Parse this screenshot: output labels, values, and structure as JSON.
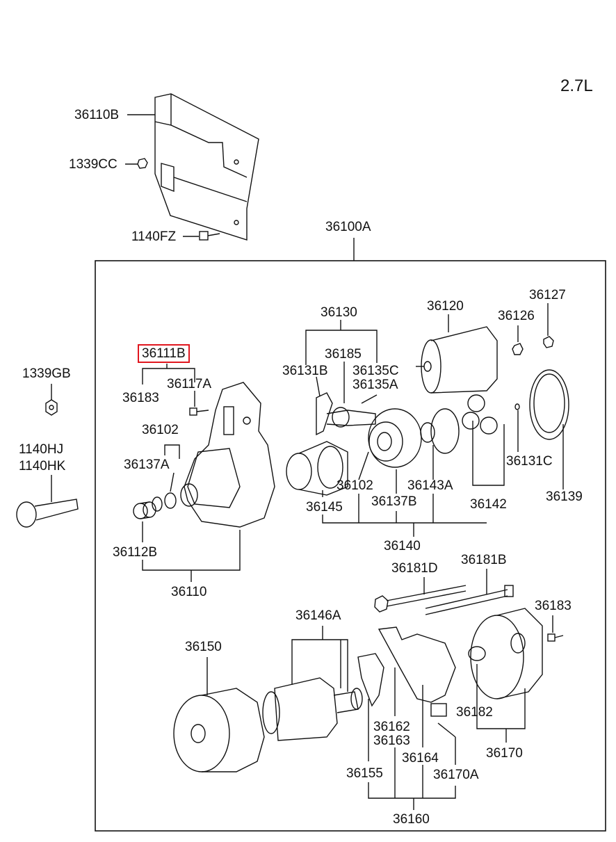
{
  "engine": "2.7L",
  "labels": {
    "p36110B": "36110B",
    "p1339CC": "1339CC",
    "p1140FZ": "1140FZ",
    "p36100A": "36100A",
    "p1339GB": "1339GB",
    "p1140HJ": "1140HJ",
    "p1140HK": "1140HK",
    "p36111B": "36111B",
    "p36183a": "36183",
    "p36117A": "36117A",
    "p36102a": "36102",
    "p36137A": "36137A",
    "p36112B": "36112B",
    "p36110": "36110",
    "p36130": "36130",
    "p36185": "36185",
    "p36131B": "36131B",
    "p36135C": "36135C",
    "p36135A": "36135A",
    "p36120": "36120",
    "p36126": "36126",
    "p36127": "36127",
    "p36131C": "36131C",
    "p36139": "36139",
    "p36145": "36145",
    "p36102b": "36102",
    "p36137B": "36137B",
    "p36143A": "36143A",
    "p36142": "36142",
    "p36140": "36140",
    "p36181D": "36181D",
    "p36181B": "36181B",
    "p36183b": "36183",
    "p36146A": "36146A",
    "p36150": "36150",
    "p36182": "36182",
    "p36162": "36162",
    "p36163": "36163",
    "p36164": "36164",
    "p36155": "36155",
    "p36170A": "36170A",
    "p36170": "36170",
    "p36160": "36160"
  }
}
